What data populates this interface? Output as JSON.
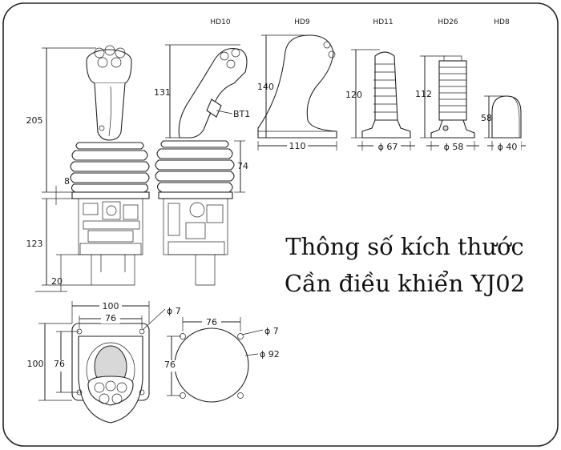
{
  "title_line1": "Thông số kích thước",
  "title_line2": "Cần điều khiển YJ02",
  "handle_labels": [
    "HD10",
    "HD9",
    "HD11",
    "HD26",
    "HD8"
  ],
  "dimensions": {
    "total_height": "205",
    "flange_thickness": "8",
    "lower_height": "123",
    "bottom_offset": "20",
    "hd10_height": "131",
    "boot_height": "74",
    "hd9_height": "140",
    "hd9_width": "110",
    "hd11_height": "120",
    "hd11_diameter": "ϕ 67",
    "hd26_height": "112",
    "hd26_diameter": "ϕ 58",
    "hd8_height": "58",
    "hd8_diameter": "ϕ 40",
    "flange_width": "100",
    "hole_spacing_x": "76",
    "hole_diameter": "ϕ 7",
    "flange_height": "100",
    "hole_spacing_y": "76",
    "cutout_spacing_x": "76",
    "cutout_hole": "ϕ 7",
    "cutout_diameter": "ϕ 92",
    "cutout_spacing_y": "76"
  },
  "button_label": "BT1"
}
